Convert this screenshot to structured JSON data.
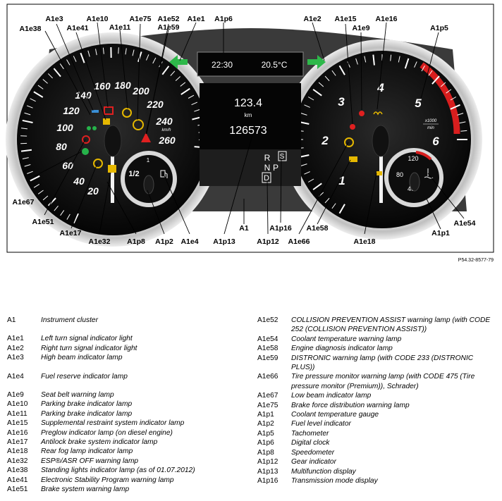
{
  "display": {
    "clock": "22:30",
    "outside_temp": "20.5°C",
    "trip_km": "123.4",
    "km_unit": "km",
    "odometer": "126573",
    "gear_r": "R",
    "gear_n": "N",
    "gear_p": "P",
    "gear_d": "D",
    "mode_s": "S"
  },
  "speedometer": {
    "ticks": [
      "20",
      "40",
      "60",
      "80",
      "100",
      "120",
      "140",
      "160",
      "180",
      "200",
      "220",
      "240",
      "260"
    ],
    "unit": "km/h"
  },
  "fuel_gauge": {
    "top": "1",
    "half": "1/2"
  },
  "tachometer": {
    "ticks": [
      "1",
      "2",
      "3",
      "4",
      "5",
      "6"
    ],
    "unit_top": "x1000",
    "unit_bottom": "min"
  },
  "coolant_gauge": {
    "high": "120",
    "mid": "80",
    "low": "40"
  },
  "callouts": {
    "A1e38": "A1e38",
    "A1e3": "A1e3",
    "A1e41": "A1e41",
    "A1e10": "A1e10",
    "A1e11": "A1e11",
    "A1e75": "A1e75",
    "A1e52": "A1e52",
    "A1e59": "A1e59",
    "A1e1": "A1e1",
    "A1p6": "A1p6",
    "A1e2": "A1e2",
    "A1e15": "A1e15",
    "A1e9": "A1e9",
    "A1e16": "A1e16",
    "A1p5": "A1p5",
    "A1e67": "A1e67",
    "A1e51": "A1e51",
    "A1e17": "A1e17",
    "A1e32": "A1e32",
    "A1p8": "A1p8",
    "A1p2": "A1p2",
    "A1e4": "A1e4",
    "A1p13": "A1p13",
    "A1": "A1",
    "A1p12": "A1p12",
    "A1p16": "A1p16",
    "A1e66": "A1e66",
    "A1e58": "A1e58",
    "A1e18": "A1e18",
    "A1p1": "A1p1",
    "A1e54": "A1e54"
  },
  "reference_code": "P54.32-8577-79",
  "legend_left": [
    {
      "code": "A1",
      "desc": "Instrument cluster"
    },
    {
      "code": "A1e1",
      "desc": "Left turn signal indicator light"
    },
    {
      "code": "A1e2",
      "desc": "Right turn signal indicator light"
    },
    {
      "code": "A1e3",
      "desc": "High beam indicator lamp"
    },
    {
      "code": "A1e4",
      "desc": "Fuel reserve indicator lamp"
    },
    {
      "code": "A1e9",
      "desc": "Seat belt warning lamp"
    },
    {
      "code": "A1e10",
      "desc": "Parking brake indicator lamp"
    },
    {
      "code": "A1e11",
      "desc": "Parking brake indicator lamp"
    },
    {
      "code": "A1e15",
      "desc": "Supplemental restraint system indicator lamp"
    },
    {
      "code": "A1e16",
      "desc": "Preglow indicator lamp (on diesel engine)"
    },
    {
      "code": "A1e17",
      "desc": "Antilock brake system indicator lamp"
    },
    {
      "code": "A1e18",
      "desc": "Rear fog lamp indicator lamp"
    },
    {
      "code": "A1e32",
      "desc": "ESP®/ASR OFF warning lamp"
    },
    {
      "code": "A1e38",
      "desc": "Standing lights indicator lamp (as of 01.07.2012)"
    },
    {
      "code": "A1e41",
      "desc": "Electronic Stability Program warning lamp"
    },
    {
      "code": "A1e51",
      "desc": "Brake system warning lamp"
    }
  ],
  "legend_right": [
    {
      "code": "A1e52",
      "desc": "COLLISION PREVENTION ASSIST warning lamp (with CODE 252 (COLLISION PREVENTION ASSIST))"
    },
    {
      "code": "A1e54",
      "desc": "Coolant temperature warning lamp"
    },
    {
      "code": "A1e58",
      "desc": "Engine diagnosis indicator lamp"
    },
    {
      "code": "A1e59",
      "desc": "DISTRONIC warning lamp (with CODE 233 (DISTRONIC PLUS))"
    },
    {
      "code": "A1e66",
      "desc": "Tire pressure monitor warning lamp (with CODE 475 (Tire pressure monitor (Premium)), Schrader)"
    },
    {
      "code": "A1e67",
      "desc": "Low beam indicator lamp"
    },
    {
      "code": "A1e75",
      "desc": "Brake force distribution warning lamp"
    },
    {
      "code": "A1p1",
      "desc": "Coolant temperature gauge"
    },
    {
      "code": "A1p2",
      "desc": "Fuel level indicator"
    },
    {
      "code": "A1p5",
      "desc": "Tachometer"
    },
    {
      "code": "A1p6",
      "desc": "Digital clock"
    },
    {
      "code": "A1p8",
      "desc": "Speedometer"
    },
    {
      "code": "A1p12",
      "desc": "Gear indicator"
    },
    {
      "code": "A1p13",
      "desc": "Multifunction display"
    },
    {
      "code": "A1p16",
      "desc": "Transmission mode display"
    }
  ]
}
